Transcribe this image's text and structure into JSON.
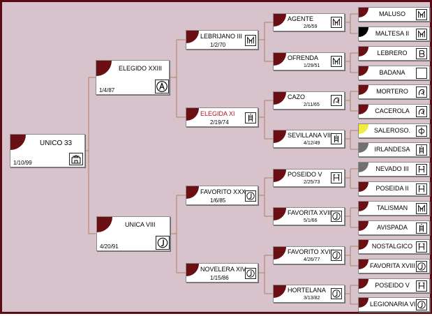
{
  "pedigree": {
    "root": {
      "name": "UNICO 33",
      "date": "1/10/99",
      "brand_icon": "castle-brand-icon"
    },
    "sire": {
      "name": "ELEGIDO XXIII",
      "date": "1/4/87",
      "brand_icon": "a-circle-brand-icon"
    },
    "dam": {
      "name": "UNICA VIII",
      "date": "4/20/91",
      "brand_icon": "j-brand-icon"
    },
    "g3": [
      {
        "name": "LEBRIJANO III",
        "date": "1/2/70",
        "brand_icon": "m-brand-icon"
      },
      {
        "name": "ELEGIDA XI",
        "date": "2/19/74",
        "brand_icon": "ladder-brand-icon",
        "name_color": "#b0121a"
      },
      {
        "name": "FAVORITO XXX",
        "date": "1/6/85",
        "brand_icon": "j-brand-icon"
      },
      {
        "name": "NOVELERA XIV",
        "date": "1/15/86",
        "brand_icon": "j-brand-icon"
      }
    ],
    "g4": [
      {
        "name": "AGENTE",
        "date": "2/6/59",
        "brand_icon": "m-brand-icon"
      },
      {
        "name": "OFRENDA",
        "date": "1/29/51",
        "brand_icon": "m-brand-icon"
      },
      {
        "name": "CAZO",
        "date": "2/11/65",
        "brand_icon": "scroll-brand-icon"
      },
      {
        "name": "SEVILLANA VIII",
        "date": "4/12/49",
        "brand_icon": "ladder-brand-icon"
      },
      {
        "name": "POSEIDO V",
        "date": "2/25/73",
        "brand_icon": "h-brand-icon"
      },
      {
        "name": "FAVORITA XVIII",
        "date": "5/1/66",
        "brand_icon": "j-brand-icon"
      },
      {
        "name": "FAVORITO XVIII",
        "date": "4/26/77",
        "brand_icon": "j-brand-icon"
      },
      {
        "name": "HORTELANA",
        "date": "3/13/82",
        "brand_icon": "j-brand-icon"
      }
    ],
    "g5": [
      {
        "name": "MALUSO",
        "semicircle": "red",
        "brand_icon": "m-brand-icon"
      },
      {
        "name": "MALTESA II",
        "semicircle": "black",
        "brand_icon": "m-brand-icon"
      },
      {
        "name": "LEBRERO",
        "semicircle": "red",
        "brand_icon": "b-brand-icon"
      },
      {
        "name": "BADANA",
        "semicircle": "red",
        "brand_icon": "blank-brand-icon"
      },
      {
        "name": "MORTERO",
        "semicircle": "red",
        "brand_icon": "scroll-brand-icon"
      },
      {
        "name": "CACEROLA",
        "semicircle": "red",
        "brand_icon": "scroll-brand-icon"
      },
      {
        "name": "SALEROSO.",
        "semicircle": "yellow",
        "brand_icon": "phi-brand-icon"
      },
      {
        "name": "IRLANDESA",
        "semicircle": "grey",
        "brand_icon": "ladder-brand-icon"
      },
      {
        "name": "NEVADO III",
        "semicircle": "grey",
        "brand_icon": "h-brand-icon"
      },
      {
        "name": "POSEIDA II",
        "semicircle": "red",
        "brand_icon": "h-brand-icon"
      },
      {
        "name": "TALISMAN",
        "semicircle": "red",
        "brand_icon": "m-brand-icon"
      },
      {
        "name": "AVISPADA",
        "semicircle": "red",
        "brand_icon": "ladder-brand-icon"
      },
      {
        "name": "NOSTALGICO",
        "semicircle": "red",
        "brand_icon": "h-brand-icon"
      },
      {
        "name": "FAVORITA XVIII",
        "semicircle": "red",
        "brand_icon": "j-brand-icon"
      },
      {
        "name": "POSEIDO V",
        "semicircle": "red",
        "brand_icon": "h-brand-icon"
      },
      {
        "name": "LEGIONARIA VI",
        "semicircle": "red",
        "brand_icon": "j-brand-icon"
      }
    ]
  },
  "colors": {
    "background": "#d8c2cb",
    "frame_border": "#5a0a14",
    "connector_line": "#b07e60",
    "semicircle_red": "#6a0f14",
    "semicircle_black": "#000000",
    "semicircle_yellow": "#f2ea3c",
    "semicircle_grey": "#707070",
    "highlight_name": "#b0121a"
  }
}
